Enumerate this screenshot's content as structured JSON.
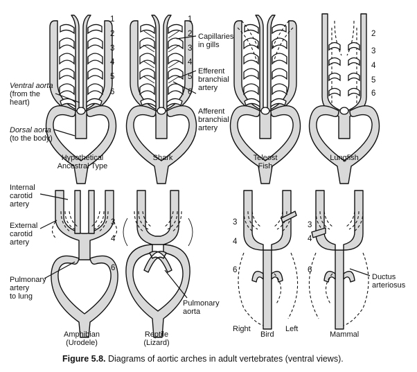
{
  "figure": {
    "caption_bold": "Figure 5.8.",
    "caption_text": " Diagrams of aortic arches in adult vertebrates (ventral views)."
  },
  "panels": {
    "ancestral": {
      "title_1": "Hypothetical",
      "title_2": "Ancestral Type"
    },
    "shark": {
      "title": "Shark"
    },
    "teleost": {
      "title_1": "Teleost",
      "title_2": "Fish"
    },
    "lungfish": {
      "title": "Lungfish"
    },
    "amphibian": {
      "title_1": "Amphibian",
      "title_2": "(Urodele)"
    },
    "reptile": {
      "title_1": "Reptile",
      "title_2": "(Lizard)"
    },
    "bird": {
      "title": "Bird",
      "right": "Right",
      "left": "Left"
    },
    "mammal": {
      "title": "Mammal"
    }
  },
  "labels": {
    "ventral_aorta": "Ventral aorta",
    "from_heart": "(from the",
    "heart": "heart)",
    "dorsal_aorta": "Dorsal aorta",
    "to_body": "(to the body)",
    "capillaries_1": "Capillaries",
    "capillaries_2": "in gills",
    "efferent_1": "Efferent",
    "efferent_2": "branchial",
    "efferent_3": "artery",
    "afferent_1": "Afferent",
    "afferent_2": "branchial",
    "afferent_3": "artery",
    "internal_1": "Internal",
    "internal_2": "carotid",
    "internal_3": "artery",
    "external_1": "External",
    "external_2": "carotid",
    "external_3": "artery",
    "pulmonary_artery_1": "Pulmonary",
    "pulmonary_artery_2": "artery",
    "pulmonary_artery_3": "to lung",
    "pulmonary_aorta_1": "Pulmonary",
    "pulmonary_aorta_2": "aorta",
    "ductus_1": "Ductus",
    "ductus_2": "arteriosus"
  },
  "arch_numbers": {
    "ancestral": [
      "1",
      "2",
      "3",
      "4",
      "5",
      "6"
    ],
    "shark": [
      "1",
      "2",
      "3",
      "4",
      "5",
      "6"
    ],
    "lungfish": [
      "2",
      "3",
      "4",
      "5",
      "6"
    ],
    "amphibian": [
      "3",
      "4",
      "6"
    ],
    "bird": [
      "3",
      "4",
      "6"
    ],
    "mammal": [
      "3",
      "4",
      "6"
    ]
  }
}
